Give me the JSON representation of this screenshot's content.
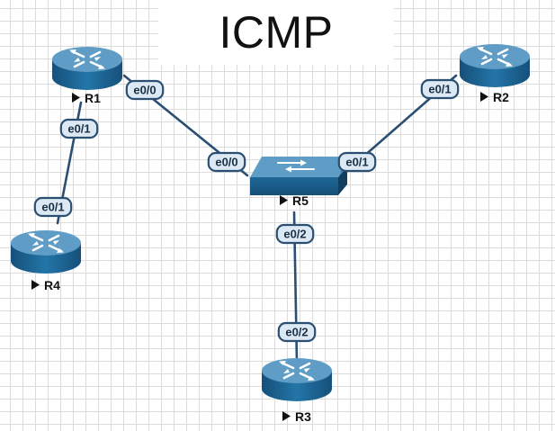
{
  "title": "ICMP",
  "colors": {
    "device_body": "#1e6391",
    "device_top": "#5f9dc6",
    "link": "#2a4f72",
    "port_fill": "#dce8f3"
  },
  "nodes": [
    {
      "id": "R1",
      "label": "R1",
      "icon": "router-icon"
    },
    {
      "id": "R2",
      "label": "R2",
      "icon": "router-icon"
    },
    {
      "id": "R3",
      "label": "R3",
      "icon": "router-icon"
    },
    {
      "id": "R4",
      "label": "R4",
      "icon": "router-icon"
    },
    {
      "id": "R5",
      "label": "R5",
      "icon": "switch-icon"
    }
  ],
  "links": [
    {
      "from": "R1",
      "from_port": "e0/0",
      "to": "R5",
      "to_port": "e0/0"
    },
    {
      "from": "R2",
      "from_port": "e0/1",
      "to": "R5",
      "to_port": "e0/1"
    },
    {
      "from": "R3",
      "from_port": "e0/2",
      "to": "R5",
      "to_port": "e0/2"
    },
    {
      "from": "R1",
      "from_port": "e0/1",
      "to": "R4",
      "to_port": "e0/1"
    }
  ]
}
